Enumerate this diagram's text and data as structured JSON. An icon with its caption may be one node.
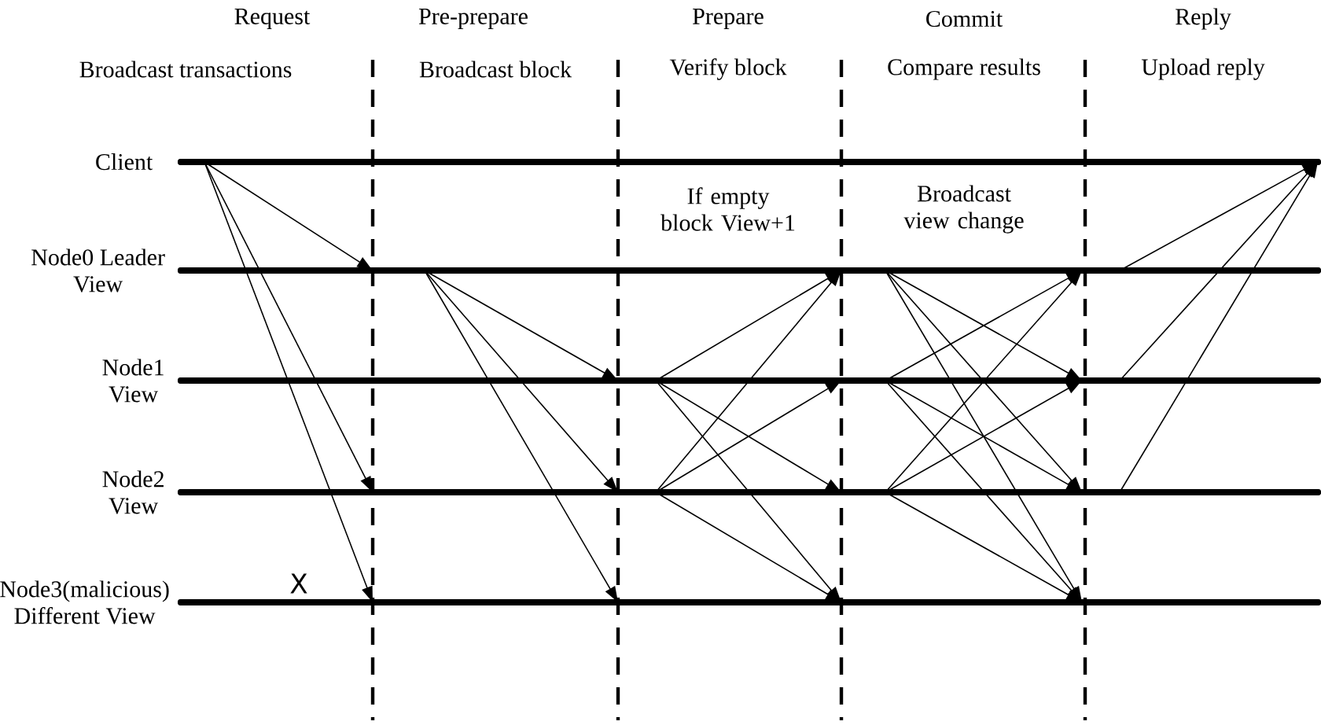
{
  "diagram": {
    "nodes": [
      {
        "text": [
          "Client"
        ]
      },
      {
        "text": [
          "Node0 Leader View"
        ]
      },
      {
        "text": [
          "Node1 View"
        ]
      },
      {
        "text": [
          "Node2 View"
        ]
      },
      {
        "text": [
          "Node3(malicious) Different View"
        ]
      }
    ],
    "edges": [
      {
        "from": 0,
        "to": 1,
        "arrow": "to"
      },
      {
        "from": 0,
        "to": 3,
        "arrow": "to"
      },
      {
        "from": 0,
        "to": 4,
        "arrow": "to"
      },
      {
        "from": 1,
        "to": 2,
        "arrow": "to"
      },
      {
        "from": 1,
        "to": 3,
        "arrow": "to"
      },
      {
        "from": 1,
        "to": 4,
        "arrow": "to"
      },
      {
        "from": 2,
        "to": 1,
        "arrow": "to"
      },
      {
        "from": 2,
        "to": 3,
        "arrow": "to"
      },
      {
        "from": 2,
        "to": 4,
        "arrow": "to"
      },
      {
        "from": 3,
        "to": 1,
        "arrow": "to"
      },
      {
        "from": 3,
        "to": 2,
        "arrow": "to"
      },
      {
        "from": 3,
        "to": 4,
        "arrow": "to"
      },
      {
        "from": 1,
        "to": 2,
        "arrow": "to"
      },
      {
        "from": 1,
        "to": 3,
        "arrow": "to"
      },
      {
        "from": 1,
        "to": 4,
        "arrow": "to"
      },
      {
        "from": 2,
        "to": 1,
        "arrow": "to"
      },
      {
        "from": 2,
        "to": 3,
        "arrow": "to"
      },
      {
        "from": 2,
        "to": 4,
        "arrow": "to"
      },
      {
        "from": 3,
        "to": 1,
        "arrow": "to"
      },
      {
        "from": 3,
        "to": 2,
        "arrow": "to"
      },
      {
        "from": 3,
        "to": 4,
        "arrow": "to"
      },
      {
        "from": 1,
        "to": 0,
        "arrow": "to"
      },
      {
        "from": 2,
        "to": 0,
        "arrow": "to"
      },
      {
        "from": 3,
        "to": 0,
        "arrow": "to"
      }
    ],
    "labels": [
      "Request",
      "Pre-prepare",
      "Prepare",
      "Commit",
      "Reply",
      "Broadcast transactions",
      "Broadcast block",
      "Verify block",
      "Compare results",
      "Upload reply",
      "If empty block View+1",
      "Broadcast view change",
      "X"
    ]
  }
}
